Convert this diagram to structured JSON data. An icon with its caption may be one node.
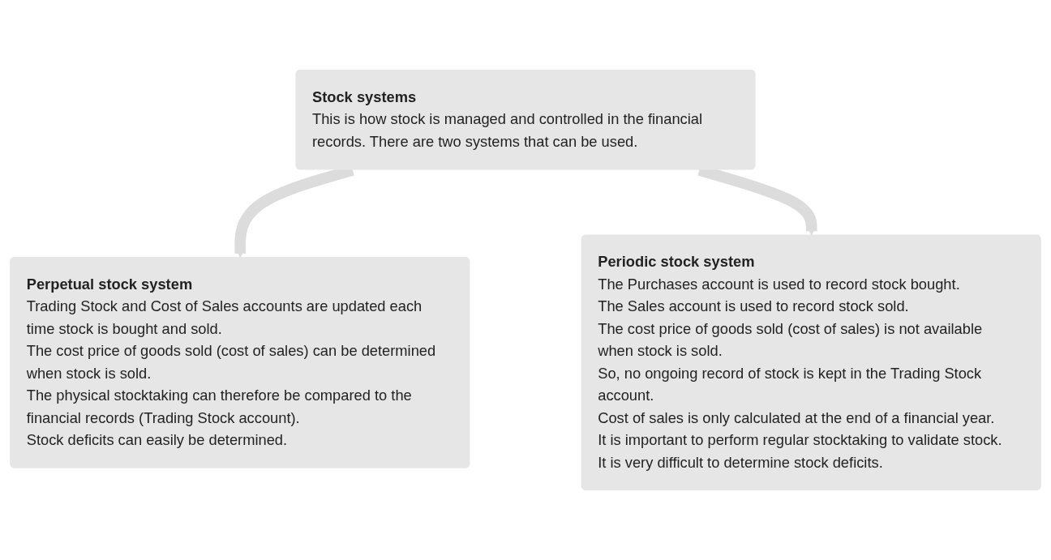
{
  "diagram": {
    "nodes": [
      {
        "text": [
          "Stock systems",
          "This is how stock is managed and controlled in the financial records. There are two systems that can be used."
        ]
      },
      {
        "text": [
          "Perpetual stock system",
          "Trading Stock and Cost of Sales accounts are updated each time stock is bought and sold.",
          "The cost price of goods sold (cost of sales) can be determined when stock is sold.",
          "The physical stocktaking can therefore be compared to the financial records (Trading Stock account).",
          "Stock deficits can easily be determined."
        ]
      },
      {
        "text": [
          "Periodic stock system",
          "The Purchases account is used to record stock bought.",
          "The Sales account is used to record stock sold.",
          "The cost price of goods sold (cost of sales) is not available when stock is sold.",
          "So, no ongoing record of stock is kept in the Trading Stock account.",
          "Cost of sales is only calculated at the end of a financial year.",
          "It is important to perform regular stocktaking to validate stock.",
          "It is very difficult to determine stock deficits."
        ]
      }
    ],
    "edges": [
      {
        "from": 0,
        "to": 1,
        "arrow": "to"
      },
      {
        "from": 0,
        "to": 2,
        "arrow": "to"
      }
    ]
  }
}
